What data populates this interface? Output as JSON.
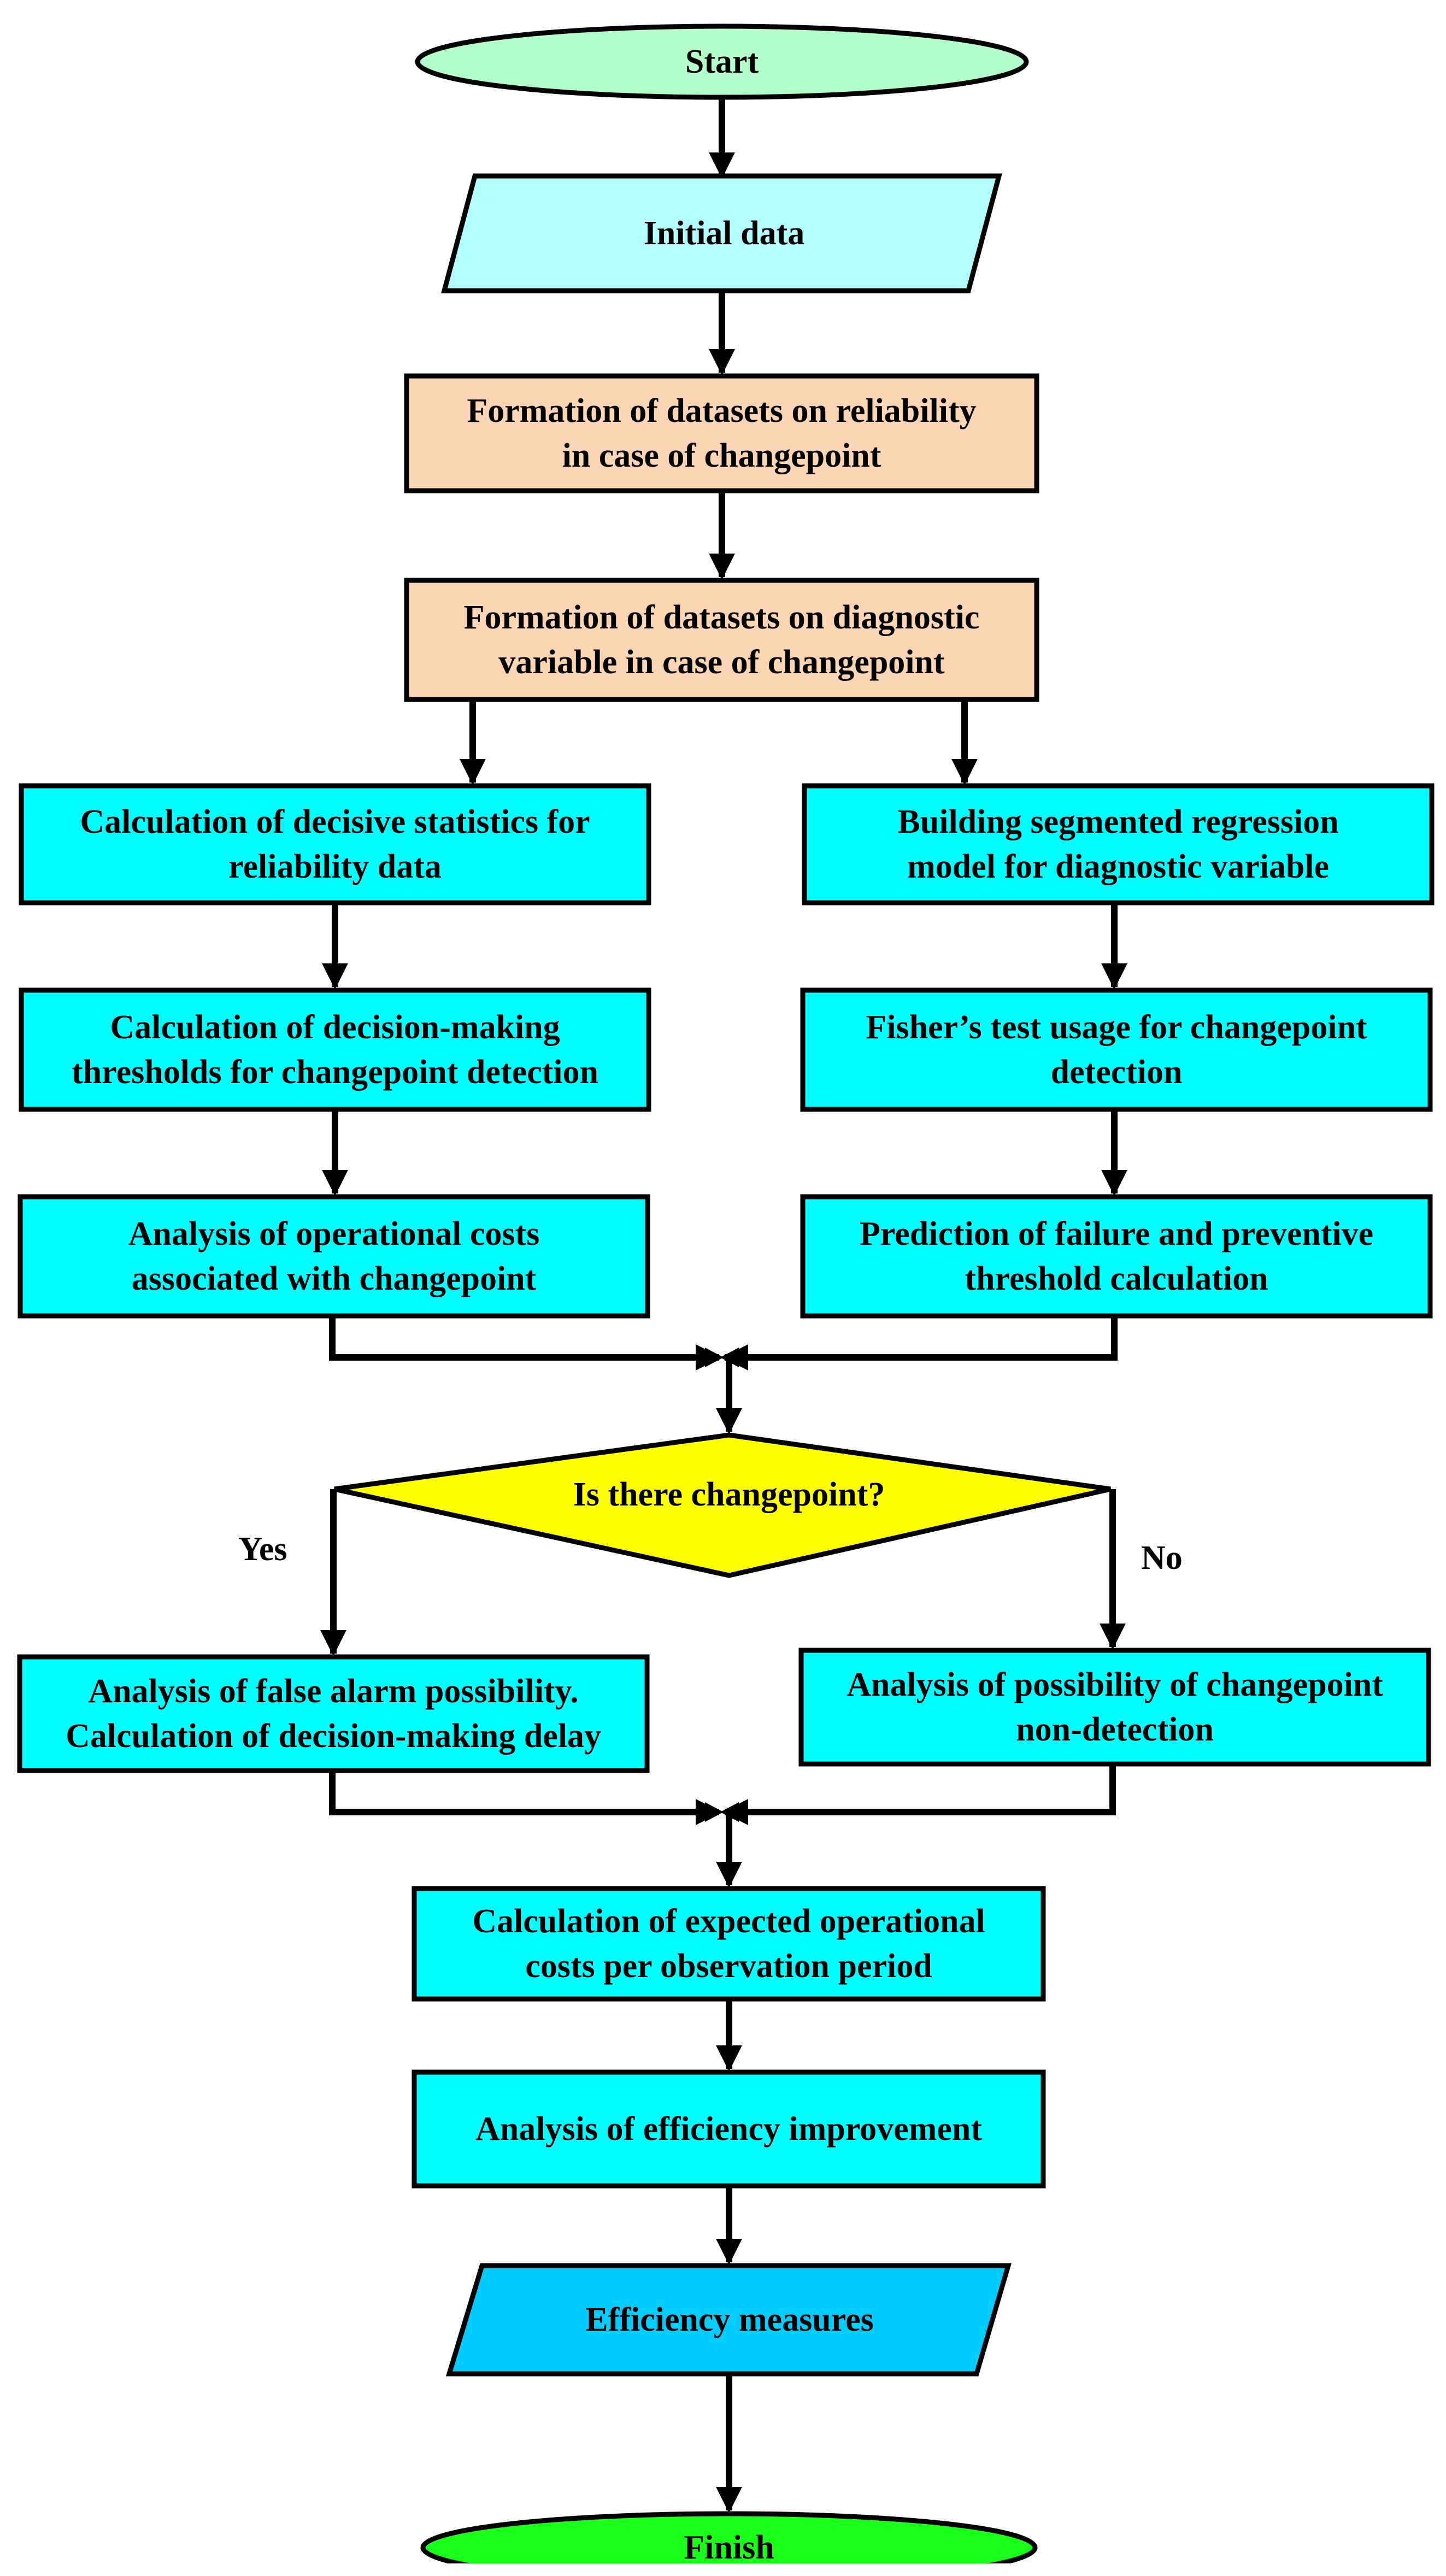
{
  "colors": {
    "terminal_start": "#b3ffcc",
    "terminal_finish": "#1aff1a",
    "input_data": "#b3ffff",
    "output_data": "#00ccff",
    "formation": "#fcd5b4",
    "process": "#00ffff",
    "decision": "#ffff00",
    "line": "#000000"
  },
  "nodes": {
    "start": "Start",
    "initial_data": "Initial data",
    "formation_reliability": "Formation of datasets on reliability\nin case of changepoint",
    "formation_diagnostic": "Formation of datasets on diagnostic\nvariable in case of changepoint",
    "decisive_statistics": "Calculation of decisive statistics for\nreliability data",
    "decision_thresholds": "Calculation of decision-making\nthresholds for changepoint detection",
    "operational_costs": "Analysis of operational costs\nassociated with changepoint",
    "segmented_regression": "Building segmented regression\nmodel for diagnostic variable",
    "fisher_test": "Fisher’s test usage for changepoint\ndetection",
    "failure_prediction": "Prediction of failure and preventive\nthreshold calculation",
    "changepoint_question": "Is there changepoint?",
    "false_alarm": "Analysis of false alarm possibility.\nCalculation of decision-making delay",
    "non_detection": "Analysis of possibility of changepoint\nnon-detection",
    "expected_costs": "Calculation of expected operational\ncosts per observation period",
    "efficiency_improvement": "Analysis of efficiency improvement",
    "efficiency_measures": "Efficiency measures",
    "finish": "Finish"
  },
  "branches": {
    "yes": "Yes",
    "no": "No"
  }
}
